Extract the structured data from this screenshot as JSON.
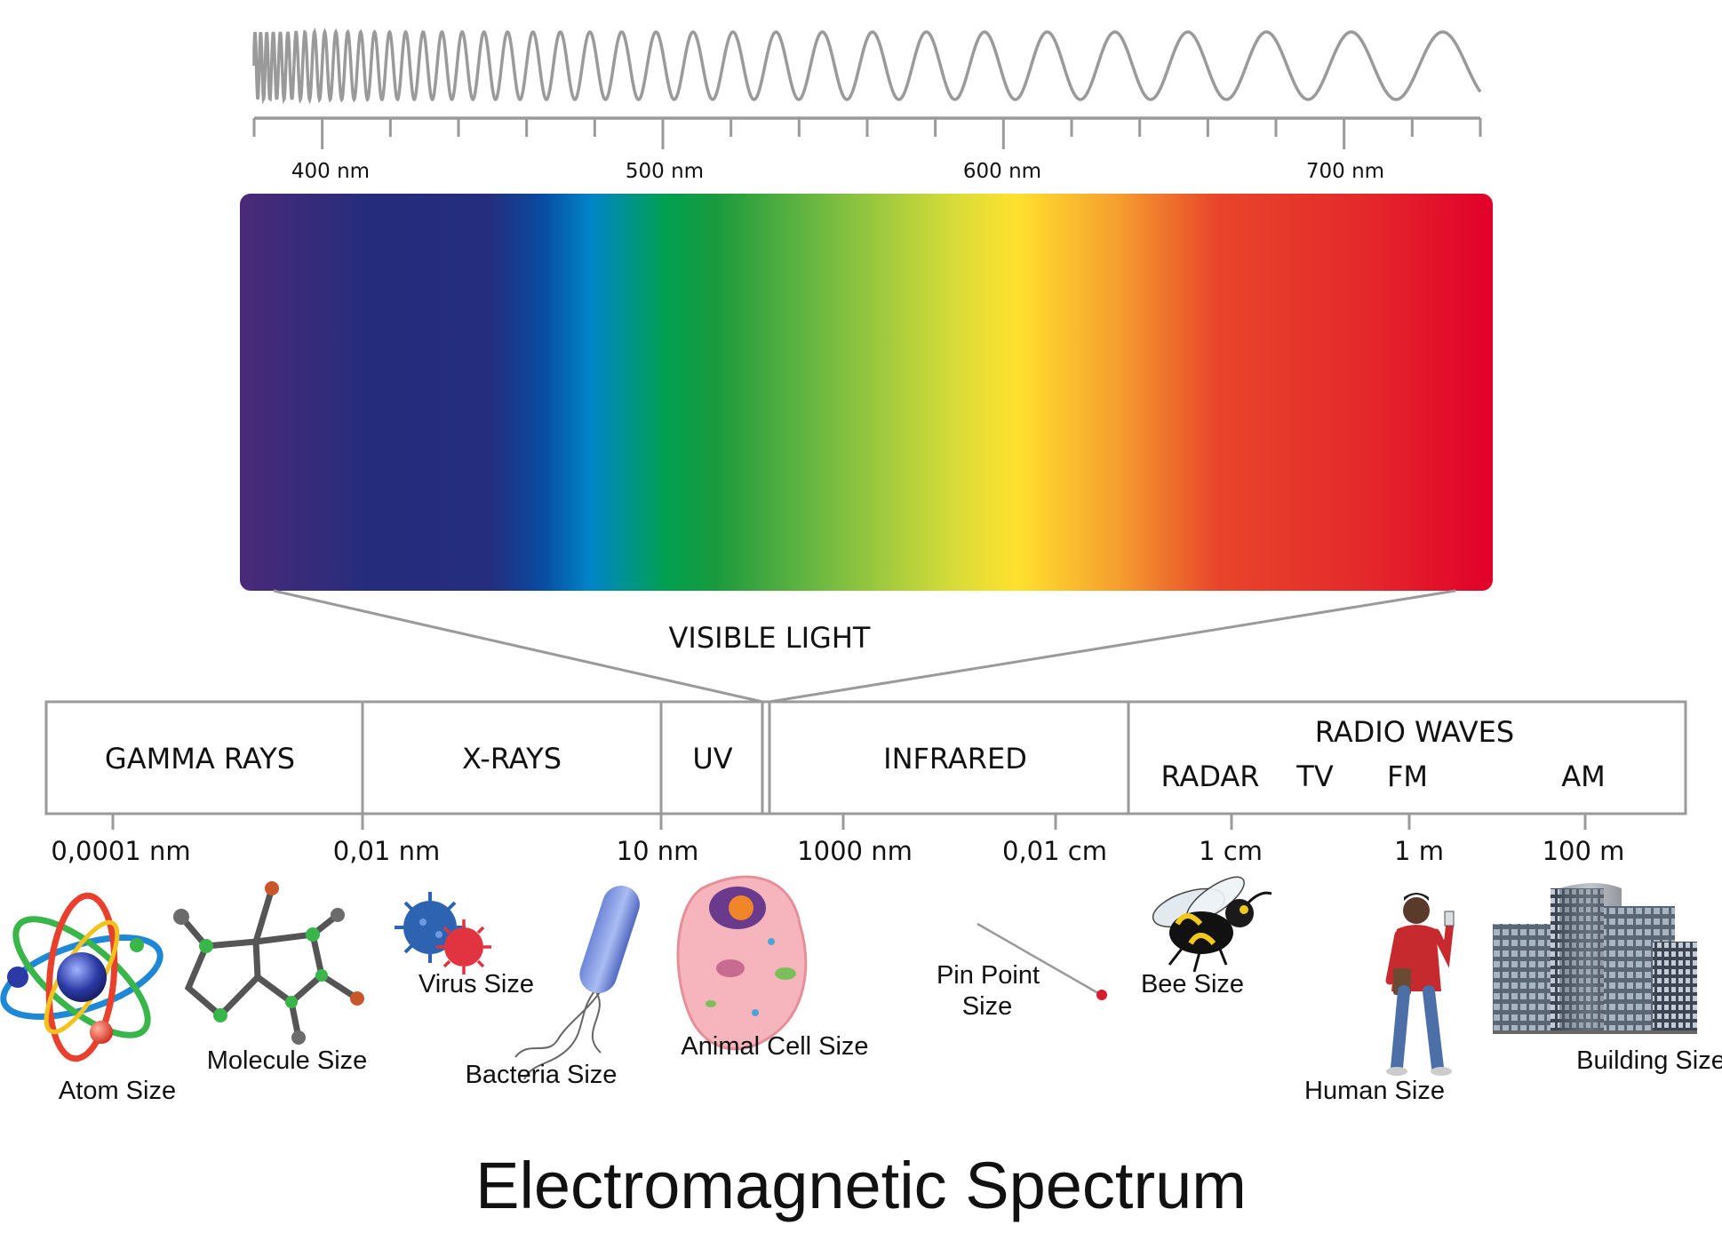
{
  "title": "Electromagnetic Spectrum",
  "visible_light": {
    "label": "VISIBLE LIGHT",
    "wavelength_ticks": [
      "400 nm",
      "500 nm",
      "600 nm",
      "700 nm"
    ],
    "gradient_colors": [
      "#4a2a78",
      "#262c7c",
      "#252d7e",
      "#0a4aa0",
      "#0085c8",
      "#00a050",
      "#1a9a3e",
      "#7fbf41",
      "#d7dc38",
      "#ffe12e",
      "#f5a02e",
      "#e8452b",
      "#e4282b",
      "#e2002a"
    ]
  },
  "bands": {
    "gamma": "GAMMA RAYS",
    "xray": "X-RAYS",
    "uv": "UV",
    "infrared": "INFRARED",
    "radio": "RADIO WAVES",
    "radar": "RADAR",
    "tv": "TV",
    "fm": "FM",
    "am": "AM"
  },
  "scale_labels": [
    "0,0001 nm",
    "0,01 nm",
    "10 nm",
    "1000 nm",
    "0,01 cm",
    "1 cm",
    "1 m",
    "100 m"
  ],
  "size_examples": {
    "atom": "Atom Size",
    "molecule": "Molecule Size",
    "virus": "Virus Size",
    "bacteria": "Bacteria Size",
    "animal_cell": "Animal Cell Size",
    "pin_point_line1": "Pin Point",
    "pin_point_line2": "Size",
    "bee": "Bee Size",
    "human": "Human Size",
    "building": "Building Size"
  },
  "colors": {
    "line_gray": "#9a9a9a",
    "text": "#111111"
  }
}
